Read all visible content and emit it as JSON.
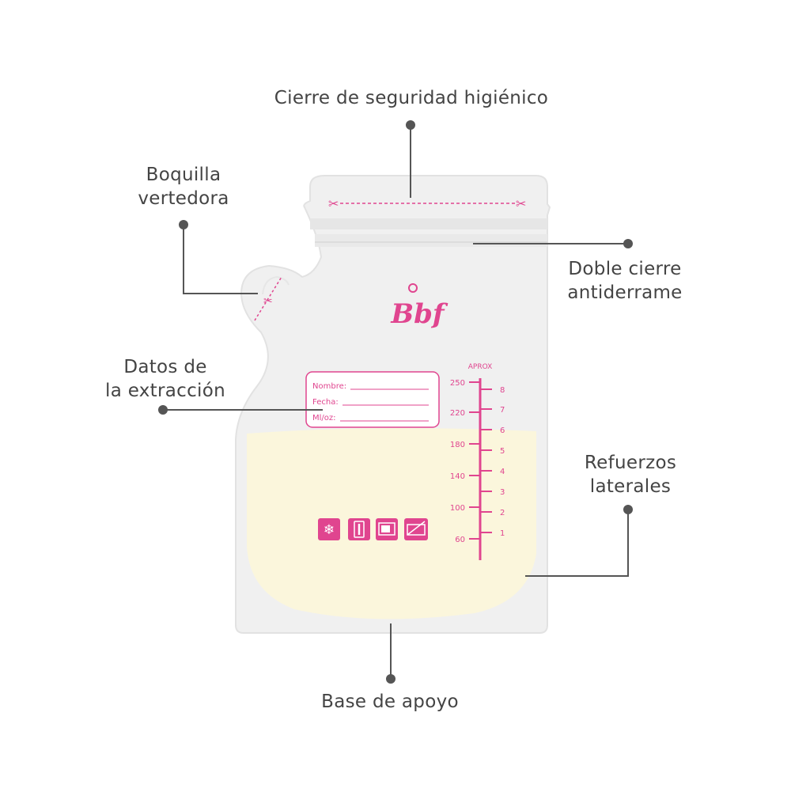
{
  "callouts": {
    "top_seal": "Cierre de seguridad higiénico",
    "spout_line1": "Boquilla",
    "spout_line2": "vertedora",
    "double_zip_line1": "Doble cierre",
    "double_zip_line2": "antiderrame",
    "data_line1": "Datos de",
    "data_line2": "la extracción",
    "side_line1": "Refuerzos",
    "side_line2": "laterales",
    "base": "Base de apoyo"
  },
  "bag": {
    "brand": "Bbf",
    "label_fields": [
      "Nombre:",
      "Fecha:",
      "Ml/oz:"
    ],
    "scale_title": "APROX",
    "ml_ticks": [
      "250",
      "220",
      "180",
      "140",
      "100",
      "60"
    ],
    "oz_ticks": [
      "8",
      "7",
      "6",
      "5",
      "4",
      "3",
      "2",
      "1"
    ],
    "icon_names": [
      "snowflake-icon",
      "single-use-icon",
      "microwave-icon",
      "no-boil-icon"
    ]
  },
  "colors": {
    "accent_pink": "#e0458f",
    "milk": "#fbf6dc",
    "bag": "#efefef",
    "leader": "#555555"
  }
}
